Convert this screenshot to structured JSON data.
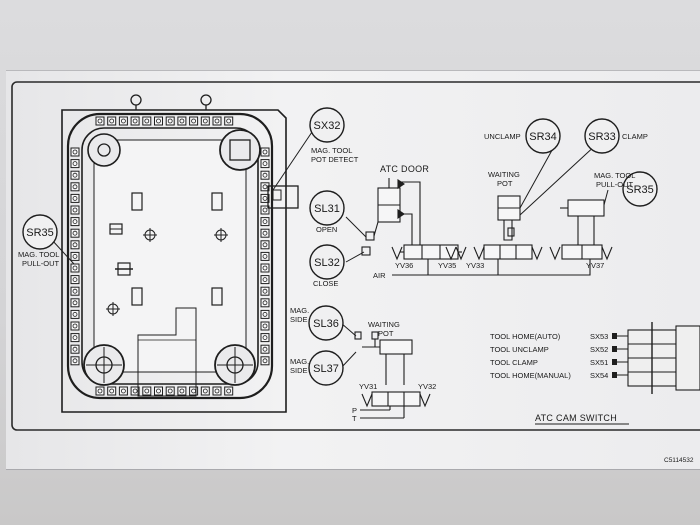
{
  "sensors": {
    "sx32": "SX32",
    "sr35_left": "SR35",
    "sl31": "SL31",
    "sl32": "SL32",
    "sr34": "SR34",
    "sr33": "SR33",
    "sr35_right": "SR35",
    "sl36": "SL36",
    "sl37": "SL37"
  },
  "labels": {
    "mag_tool_pot_detect_1": "MAG. TOOL",
    "mag_tool_pot_detect_2": "POT DETECT",
    "mag_pullout_left_1": "MAG. TOOL",
    "mag_pullout_left_2": "PULL-OUT",
    "atc_door": "ATC DOOR",
    "open": "OPEN",
    "close": "CLOSE",
    "air": "AIR",
    "yv36": "YV36",
    "yv35": "YV35",
    "yv33": "YV33",
    "yv37": "YV37",
    "unclamp": "UNCLAMP",
    "clamp": "CLAMP",
    "waiting_pot_1": "WAITING",
    "waiting_pot_2": "POT",
    "mag_pullout_right_1": "MAG. TOOL",
    "mag_pullout_right_2": "PULL-OUT",
    "mag_side_1a": "MAG.",
    "mag_side_1b": "SIDE",
    "mag_side_2a": "MAG.",
    "mag_side_2b": "SIDE",
    "waiting_pot_lower_1": "WAITING",
    "waiting_pot_lower_2": "POT",
    "yv31": "YV31",
    "yv32": "YV32",
    "p": "P",
    "t": "T",
    "atc_cam_switch": "ATC CAM SWITCH",
    "part_code": "C5114532"
  },
  "cam_switch_rows": [
    {
      "name": "TOOL HOME(AUTO)",
      "code": "SX53"
    },
    {
      "name": "TOOL UNCLAMP",
      "code": "SX52"
    },
    {
      "name": "TOOL CLAMP",
      "code": "SX51"
    },
    {
      "name": "TOOL HOME(MANUAL)",
      "code": "SX54"
    }
  ]
}
